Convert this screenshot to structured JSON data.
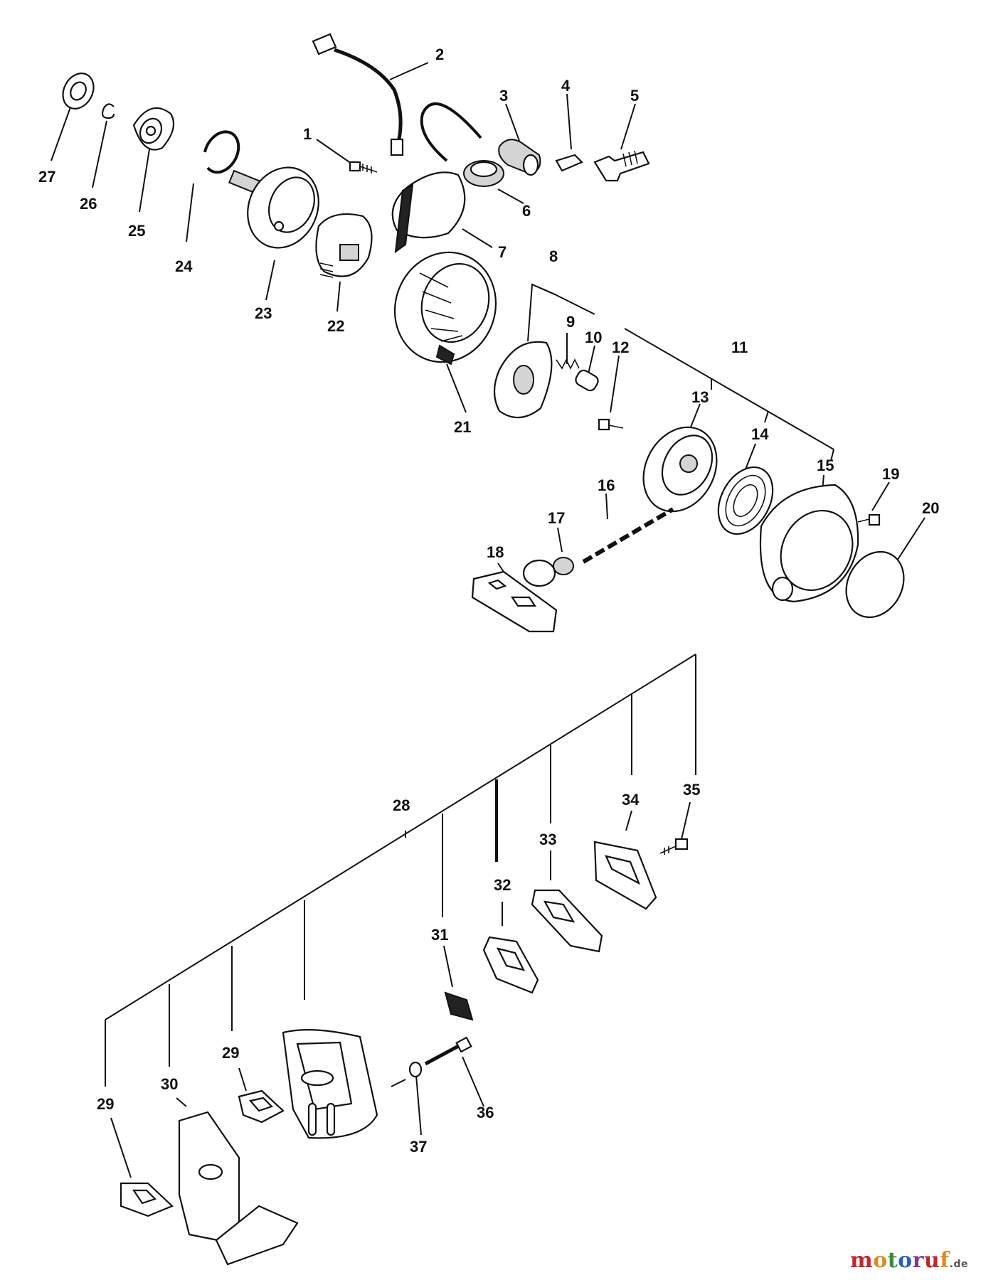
{
  "labels": {
    "p1": "1",
    "p2": "2",
    "p3": "3",
    "p4": "4",
    "p5": "5",
    "p6": "6",
    "p7": "7",
    "p8": "8",
    "p9": "9",
    "p10": "10",
    "p11": "11",
    "p12": "12",
    "p13": "13",
    "p14": "14",
    "p15": "15",
    "p16": "16",
    "p17": "17",
    "p18": "18",
    "p19": "19",
    "p20": "20",
    "p21": "21",
    "p22": "22",
    "p23": "23",
    "p24": "24",
    "p25": "25",
    "p26": "26",
    "p27": "27",
    "p28": "28",
    "p29a": "29",
    "p29b": "29",
    "p30": "30",
    "p31": "31",
    "p32": "32",
    "p33": "33",
    "p34": "34",
    "p35": "35",
    "p36": "36",
    "p37": "37"
  },
  "watermark": {
    "text": "motoruf",
    "suffix": ".de"
  }
}
